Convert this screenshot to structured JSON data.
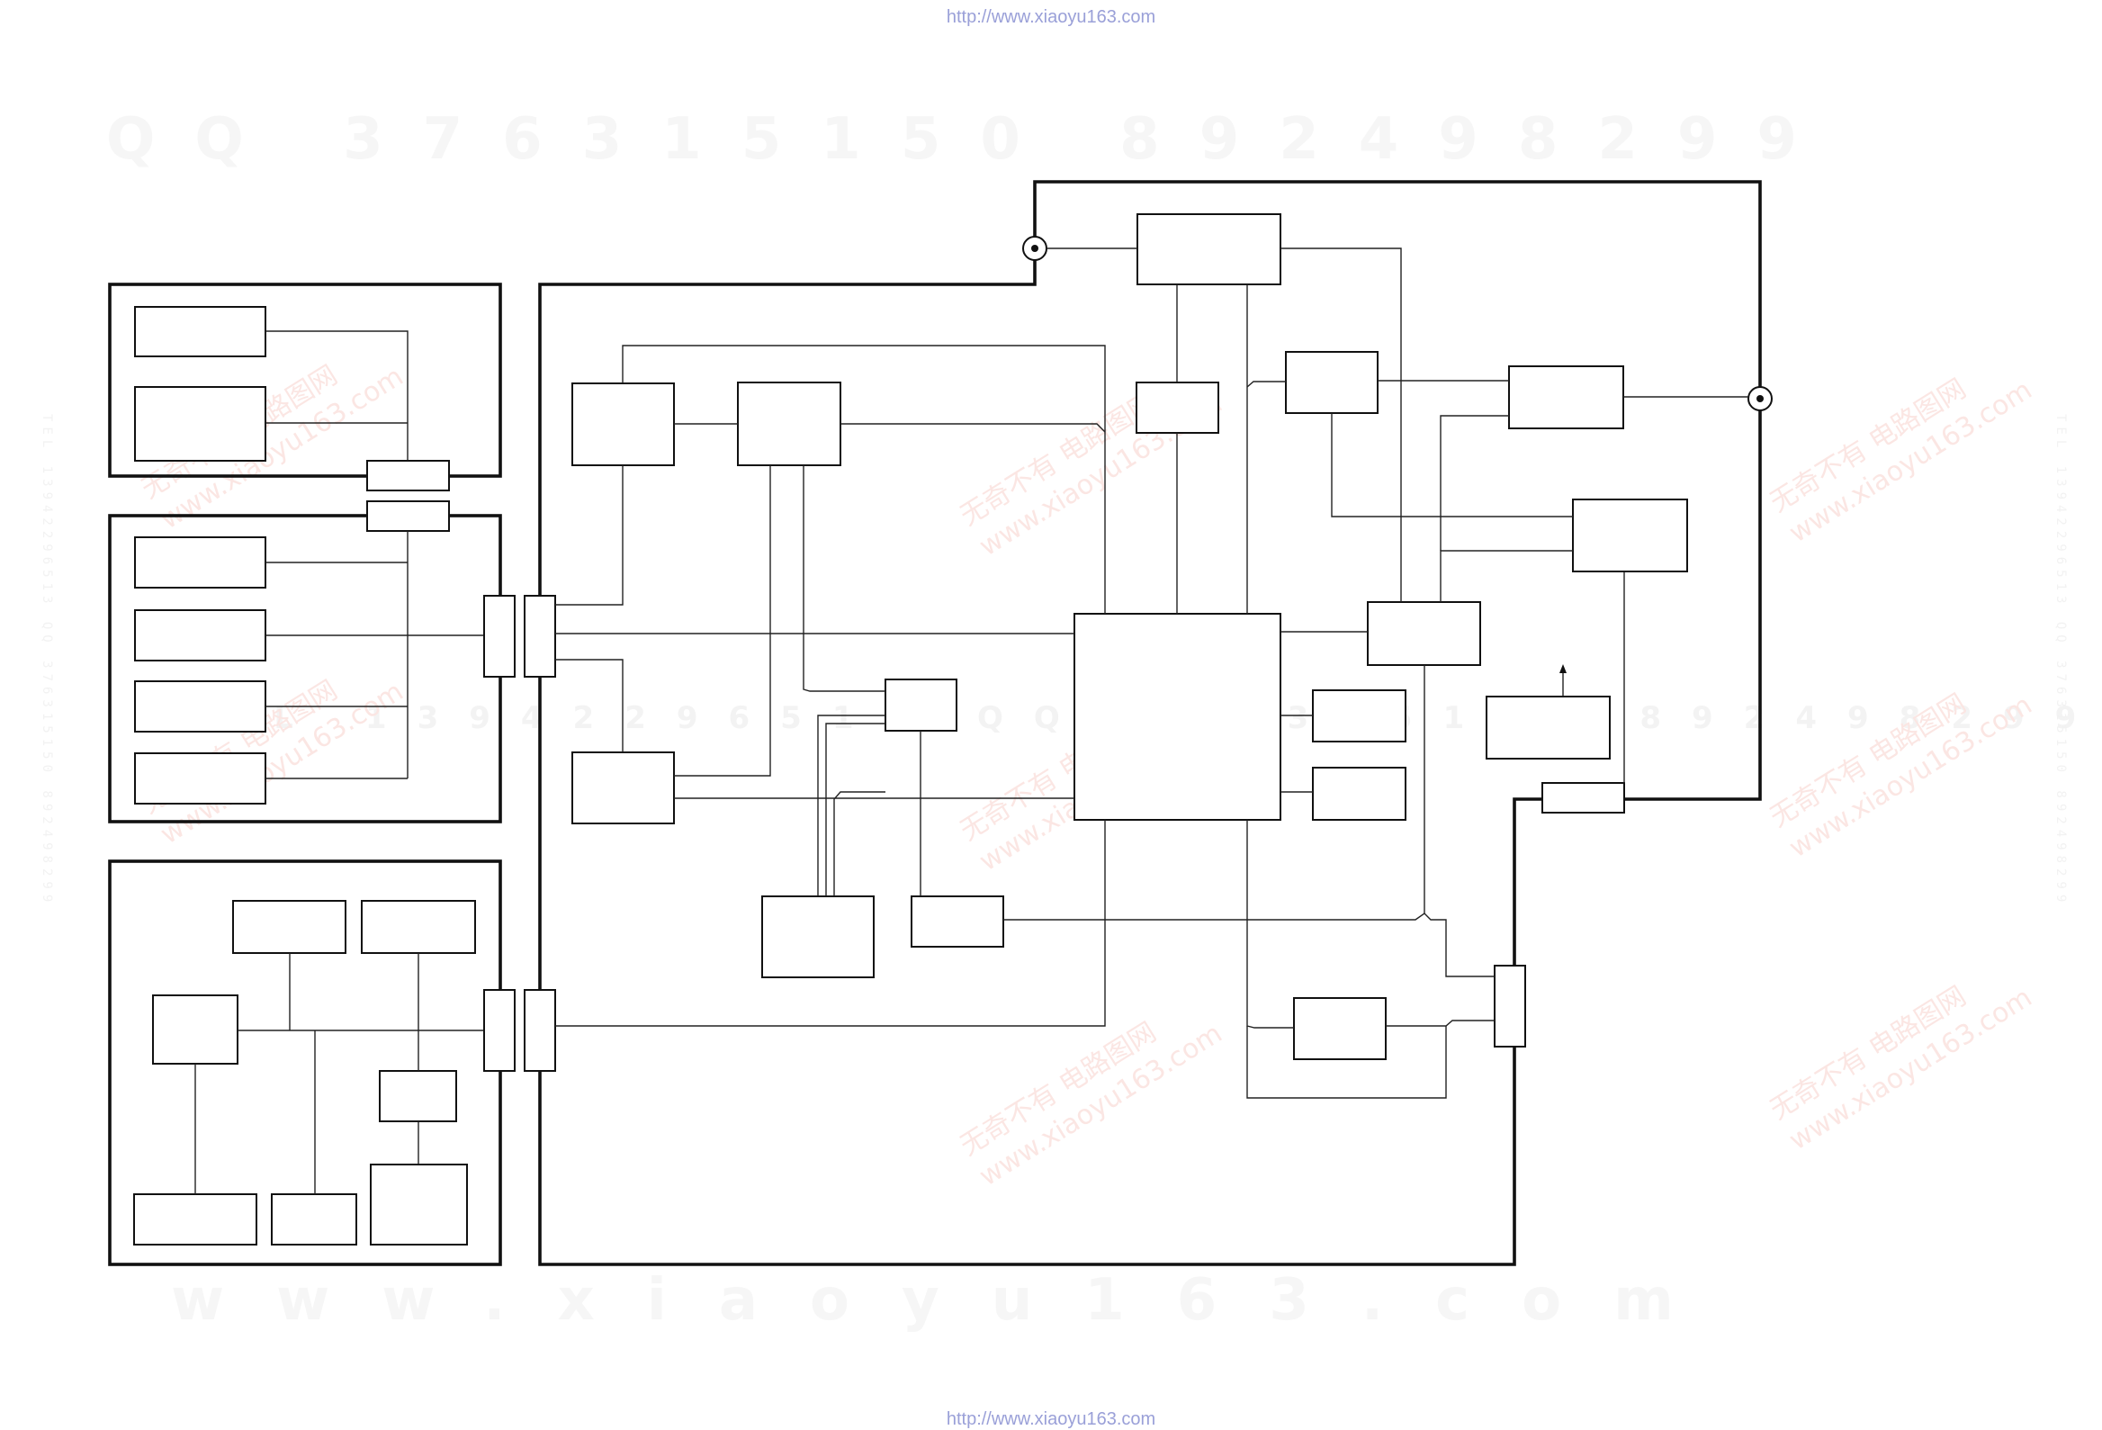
{
  "header": {
    "url_top": "http://www.xiaoyu163.com"
  },
  "footer": {
    "url_bottom": "http://www.xiaoyu163.com"
  },
  "watermarks": {
    "qq_line": "QQ 376315150   892498299",
    "site_line": "www.xiaoyu163.com",
    "tel_line": "TEL 13942296513",
    "overlay_cn": "无奇不有 电路图网",
    "overlay_url": "www.xiaoyu163.com",
    "mid_line": "TEL 13942296513   QQ 376315150   892498299"
  },
  "colors": {
    "line": "#111111",
    "url": "#9aa0d8",
    "watermark_red": "#fbe6e3"
  }
}
